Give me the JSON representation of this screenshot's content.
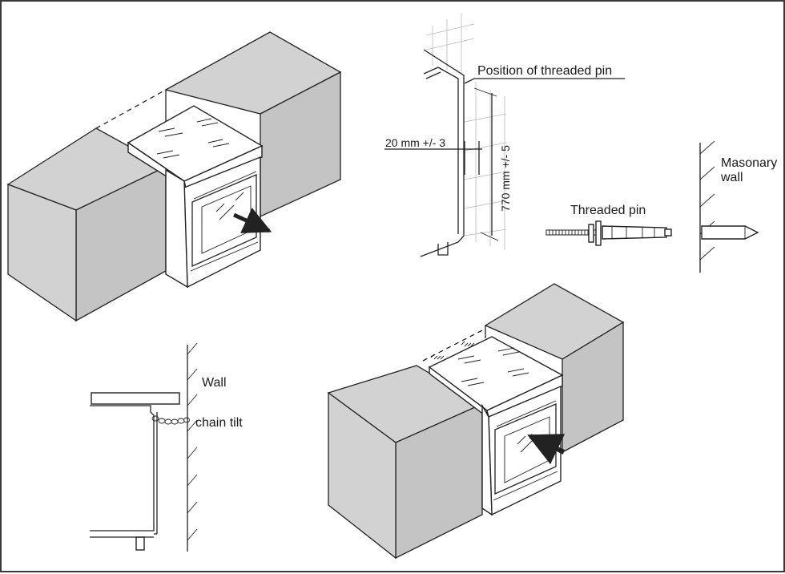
{
  "labels": {
    "position_of_threaded_pin": "Position of threaded pin",
    "dim_20mm": "20 mm +/- 3",
    "dim_770mm": "770 mm +/- 5",
    "threaded_pin": "Threaded pin",
    "masonry_wall_line1": "Masonary",
    "masonry_wall_line2": "wall",
    "wall": "Wall",
    "chain_tilt": "chain tilt"
  },
  "icons": {
    "arrow_out": "arrow-pull-out-icon",
    "arrow_in": "arrow-push-in-icon"
  },
  "colors": {
    "line": "#222222",
    "counter_fill": "#d2d2d2",
    "tile_grid": "#b9b9b9"
  }
}
